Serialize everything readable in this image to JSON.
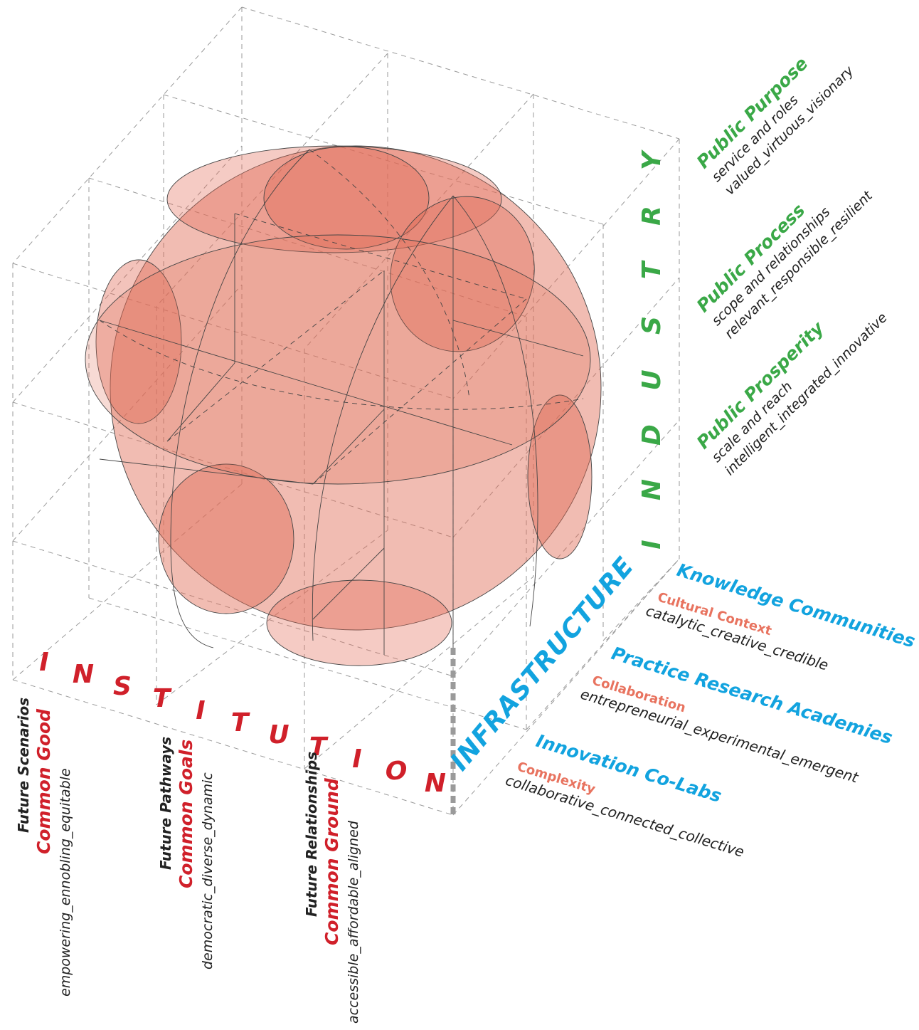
{
  "colors": {
    "industry": "#3aa847",
    "infrastructure": "#12a3df",
    "institution": "#d0202a",
    "category_salmon": "#e8735f",
    "sphere_fill": "#e16a55",
    "grid": "#9a9a9a"
  },
  "axes": {
    "industry": [
      "I",
      "N",
      "D",
      "U",
      "S",
      "T",
      "R",
      "Y"
    ],
    "infrastructure": "INFRASTRUCTURE",
    "institution": [
      "I",
      "N",
      "S",
      "T",
      "I",
      "T",
      "U",
      "T",
      "I",
      "O",
      "N"
    ]
  },
  "industry": [
    {
      "heading": "Public Purpose",
      "line1": "service and roles",
      "line2": "valued_virtuous_visionary"
    },
    {
      "heading": "Public Process",
      "line1": "scope and relationships",
      "line2": "relevant_responsible_resilient"
    },
    {
      "heading": "Public Prosperity",
      "line1": "scale and reach",
      "line2": "intelligent_integrated_innovative"
    }
  ],
  "infrastructure": [
    {
      "heading": "Knowledge Communities",
      "category": "Cultural Context",
      "line": "catalytic_creative_credible"
    },
    {
      "heading": "Practice Research Academies",
      "category": "Collaboration",
      "line": "entrepreneurial_experimental_emergent"
    },
    {
      "heading": "Innovation Co-Labs",
      "category": "Complexity",
      "line": "collaborative_connected_collective"
    }
  ],
  "institution": [
    {
      "small": "Future Scenarios",
      "heading": "Common Good",
      "line": "empowering_ennobling_equitable"
    },
    {
      "small": "Future Pathways",
      "heading": "Common Goals",
      "line": "democratic_diverse_dynamic"
    },
    {
      "small": "Future Relationships",
      "heading": "Common Ground",
      "line": "accessible_affordable_aligned"
    }
  ]
}
